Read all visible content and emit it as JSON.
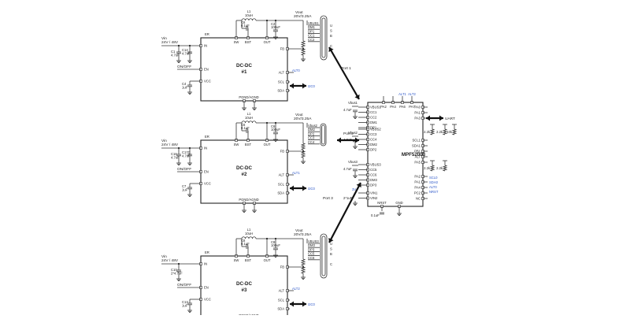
{
  "converters": [
    {
      "title": "DC-DC",
      "number": "#1",
      "en": "ER",
      "vin_pin": "IN",
      "en_pin": "EN",
      "vcc_pin": "VCC",
      "sw": "SW",
      "bst": "BST",
      "out": "OUT",
      "fb": "FB",
      "alt_pin": "ALT",
      "scl": "SCL",
      "sda": "SDA",
      "pgnd": "PGND",
      "agnd": "AGND",
      "vin": "Vin",
      "vin_range": "24V / 48V",
      "inductor": "L1",
      "inductor_val": "10uH",
      "c_in1": "C1",
      "c_in1_val": "4.7uF",
      "c_in2": "C14",
      "c_in2_val": "4.7uF",
      "c_vcc": "C4",
      "c_vcc_val": "1uF",
      "c_bst": "C6",
      "c_bst_val": "0.1uF",
      "c_out": "C2",
      "c_out_val": "100uF",
      "vout": "Vout",
      "vout_rating": "20V/3.25A",
      "on_off": "ON/OFF",
      "alt_net": "ALT0",
      "i2c": "I2C0",
      "port_label": "Port 1",
      "usb_pins": [
        "VBUS1",
        "DM1",
        "DP1",
        "CC1",
        "CC2"
      ],
      "usb_conn": [
        "U",
        "S",
        "B",
        "",
        "C"
      ]
    },
    {
      "title": "DC-DC",
      "number": "#2",
      "en": "ER",
      "vin_pin": "IN",
      "en_pin": "EN",
      "vcc_pin": "VCC",
      "sw": "SW",
      "bst": "BST",
      "out": "OUT",
      "fb": "FB",
      "alt_pin": "ALT",
      "scl": "SCL",
      "sda": "SDA",
      "pgnd": "PGND",
      "agnd": "AGND",
      "vin": "Vin",
      "vin_range": "24V / 48V",
      "inductor": "L1",
      "inductor_val": "10uH",
      "c_in1": "C16",
      "c_in1_val": "4.7uF",
      "c_in2": "C17C",
      "c_in2_val": "4.7uF",
      "c_vcc": "C7",
      "c_vcc_val": "1uF",
      "c_bst": "C6",
      "c_bst_val": "0.1uF",
      "c_out": "C6",
      "c_out_val": "100uF",
      "vout": "Vout",
      "vout_rating": "20V/3.25A",
      "on_off": "ON/OFF",
      "alt_net": "ALT1",
      "i2c": "I2C0",
      "port_label": "Port 2",
      "usb_pins": [
        "Vbus2",
        "DM2",
        "DP2",
        "CC3",
        "CC4"
      ],
      "usb_conn": []
    },
    {
      "title": "DC-DC",
      "number": "#3",
      "en": "ER",
      "vin_pin": "IN",
      "en_pin": "EN",
      "vcc_pin": "VCC",
      "sw": "SW",
      "bst": "BST",
      "out": "OUT",
      "fb": "FB",
      "alt_pin": "ALT",
      "scl": "SCL",
      "sda": "SDA",
      "pgnd": "PGND",
      "agnd": "AGND",
      "vin": "Vin",
      "vin_range": "24V / 48V",
      "inductor": "L1",
      "inductor_val": "10uH",
      "c_in1": "C10",
      "c_in1_val": "2*4.7uF",
      "c_in2": "",
      "c_in2_val": "",
      "c_vcc": "C13",
      "c_vcc_val": "1uF",
      "c_bst": "C8",
      "c_bst_val": "0.1uF",
      "c_out": "C8",
      "c_out_val": "100uF",
      "vout": "Vout",
      "vout_rating": "20V/3.25A",
      "on_off": "ON/OFF",
      "alt_net": "ALT2",
      "i2c": "I2C0",
      "port_label": "Port 3",
      "usb_pins": [
        "VBUS3",
        "DM3",
        "DP3",
        "CC5",
        "CC6"
      ],
      "usb_conn": [
        "U",
        "S",
        "B",
        "",
        "C"
      ]
    }
  ],
  "controller": {
    "name": "MPF52003",
    "top_pins": [
      "PA2",
      "PA4",
      "PA6",
      "PA7"
    ],
    "top_nets": [
      "ALT1",
      "ALT2"
    ],
    "left_pins_1": [
      "VBUS1",
      "CC1",
      "CC2",
      "DM1",
      "DP1"
    ],
    "left_pins_2": [
      "VBUS2",
      "CC3",
      "CC4",
      "DM2",
      "DP2"
    ],
    "left_pins_3": [
      "VBUS3",
      "CC5",
      "CC6",
      "DM3",
      "DP3"
    ],
    "left_pins_4": [
      "VIN1",
      "VIN2"
    ],
    "right_pins_1": [
      "PA0",
      "PA1",
      "PA3"
    ],
    "right_pins_2": [
      "SCL1",
      "SDA1",
      "PB1",
      "ALT",
      "PA5"
    ],
    "right_pins_3": [
      "PA2",
      "PA1",
      "PA4"
    ],
    "right_pins_4": [
      "PC2",
      "NC"
    ],
    "bottom_pins": [
      "NRST",
      "GND"
    ],
    "uart": "UART",
    "vbus_labels": [
      "Vbus1",
      "Vbus2",
      "Vbus3"
    ],
    "cap_labels": [
      "4.7uF",
      "4.7uF",
      "4.7uF",
      "0.1uF"
    ],
    "res_labels": [
      "2.2k",
      "2.2k",
      "10k",
      "2.2k",
      "2.2k"
    ],
    "side_nets": [
      "SCL0",
      "SDA0",
      "ALT0",
      "NRST"
    ],
    "vin_cap": "2*1uF",
    "supply": "3V"
  }
}
